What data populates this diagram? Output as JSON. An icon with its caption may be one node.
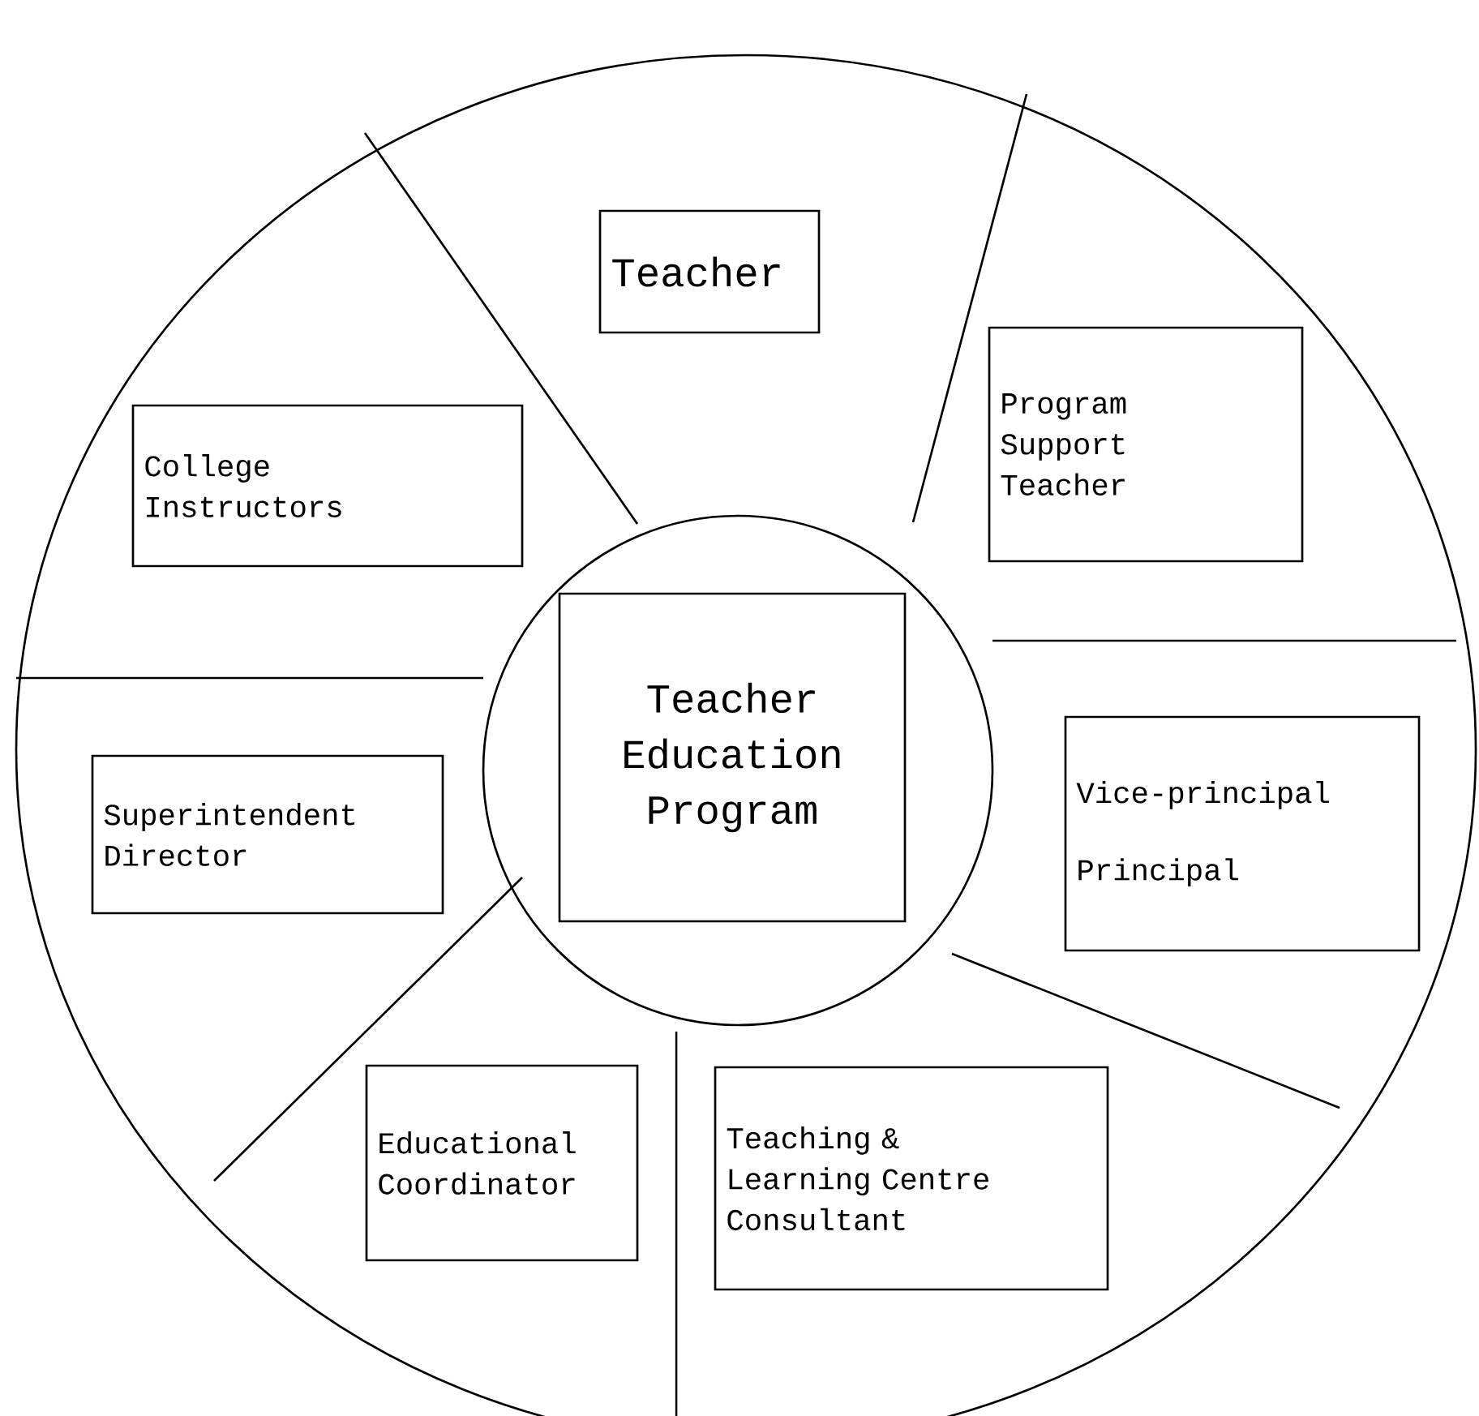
{
  "diagram": {
    "nodes": [
      {
        "text": [],
        "shape": "circle"
      },
      {
        "text": [],
        "shape": "circle",
        "in": 0
      },
      {
        "text": [
          "Teacher Education Program"
        ],
        "in": 1
      },
      {
        "text": [
          "Teacher"
        ],
        "in": 0
      },
      {
        "text": [
          "Program Support Teacher"
        ],
        "in": 0
      },
      {
        "text": [
          "College Instructors"
        ],
        "in": 0
      },
      {
        "text": [
          "Superintendent",
          "Director"
        ],
        "in": 0
      },
      {
        "text": [
          "Vice-principal",
          "Principal"
        ],
        "in": 0
      },
      {
        "text": [
          "Educational Coordinator"
        ],
        "in": 0
      },
      {
        "text": [
          "Teaching & Learning Centre Consultant"
        ],
        "in": 0
      }
    ]
  }
}
